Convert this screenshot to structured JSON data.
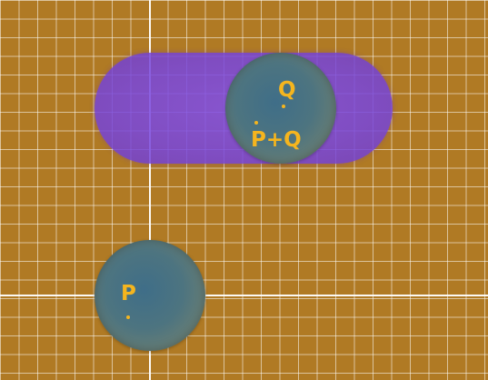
{
  "labels": {
    "p": "P",
    "q": "Q",
    "sum": "P+Q"
  },
  "colors": {
    "background": "#b07a24",
    "grid": "#ffffff",
    "capsule": "#7d4fe0",
    "ball": "#4d7480",
    "label": "#f5b51e"
  }
}
